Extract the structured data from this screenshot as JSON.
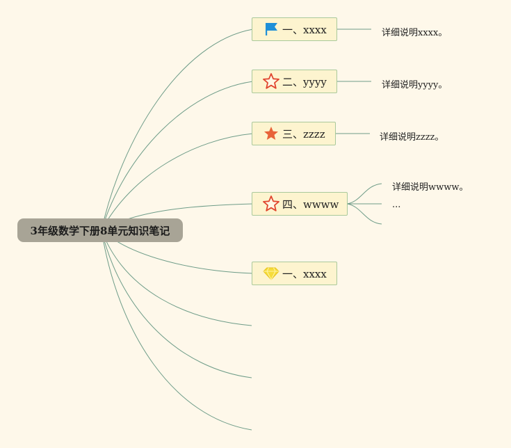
{
  "root": {
    "label": "3年级数学下册8单元知识笔记"
  },
  "topics": [
    {
      "label": "一、xxxx",
      "icon": "flag-icon",
      "icon_color": "#1e8fd8",
      "notes": [
        "详细说明xxxx。"
      ]
    },
    {
      "label": "二、yyyy",
      "icon": "star-outline-icon",
      "icon_color": "#e0452e",
      "notes": [
        "详细说明yyyy。"
      ]
    },
    {
      "label": "三、zzzz",
      "icon": "star-filled-icon",
      "icon_color": "#e8633a",
      "notes": [
        "详细说明zzzz。"
      ]
    },
    {
      "label": "四、wwww",
      "icon": "star-outline-icon",
      "icon_color": "#e0452e",
      "notes": [
        "详细说明wwww。",
        "..."
      ]
    },
    {
      "label": "一、xxxx",
      "icon": "diamond-icon",
      "icon_color": "#f6dc3c",
      "notes": []
    }
  ],
  "colors": {
    "background": "#fef8ea",
    "branch_line": "#6e9c88",
    "node_fill": "#fdf4cf",
    "node_border": "#a9c99b",
    "root_fill": "#a8a496"
  }
}
